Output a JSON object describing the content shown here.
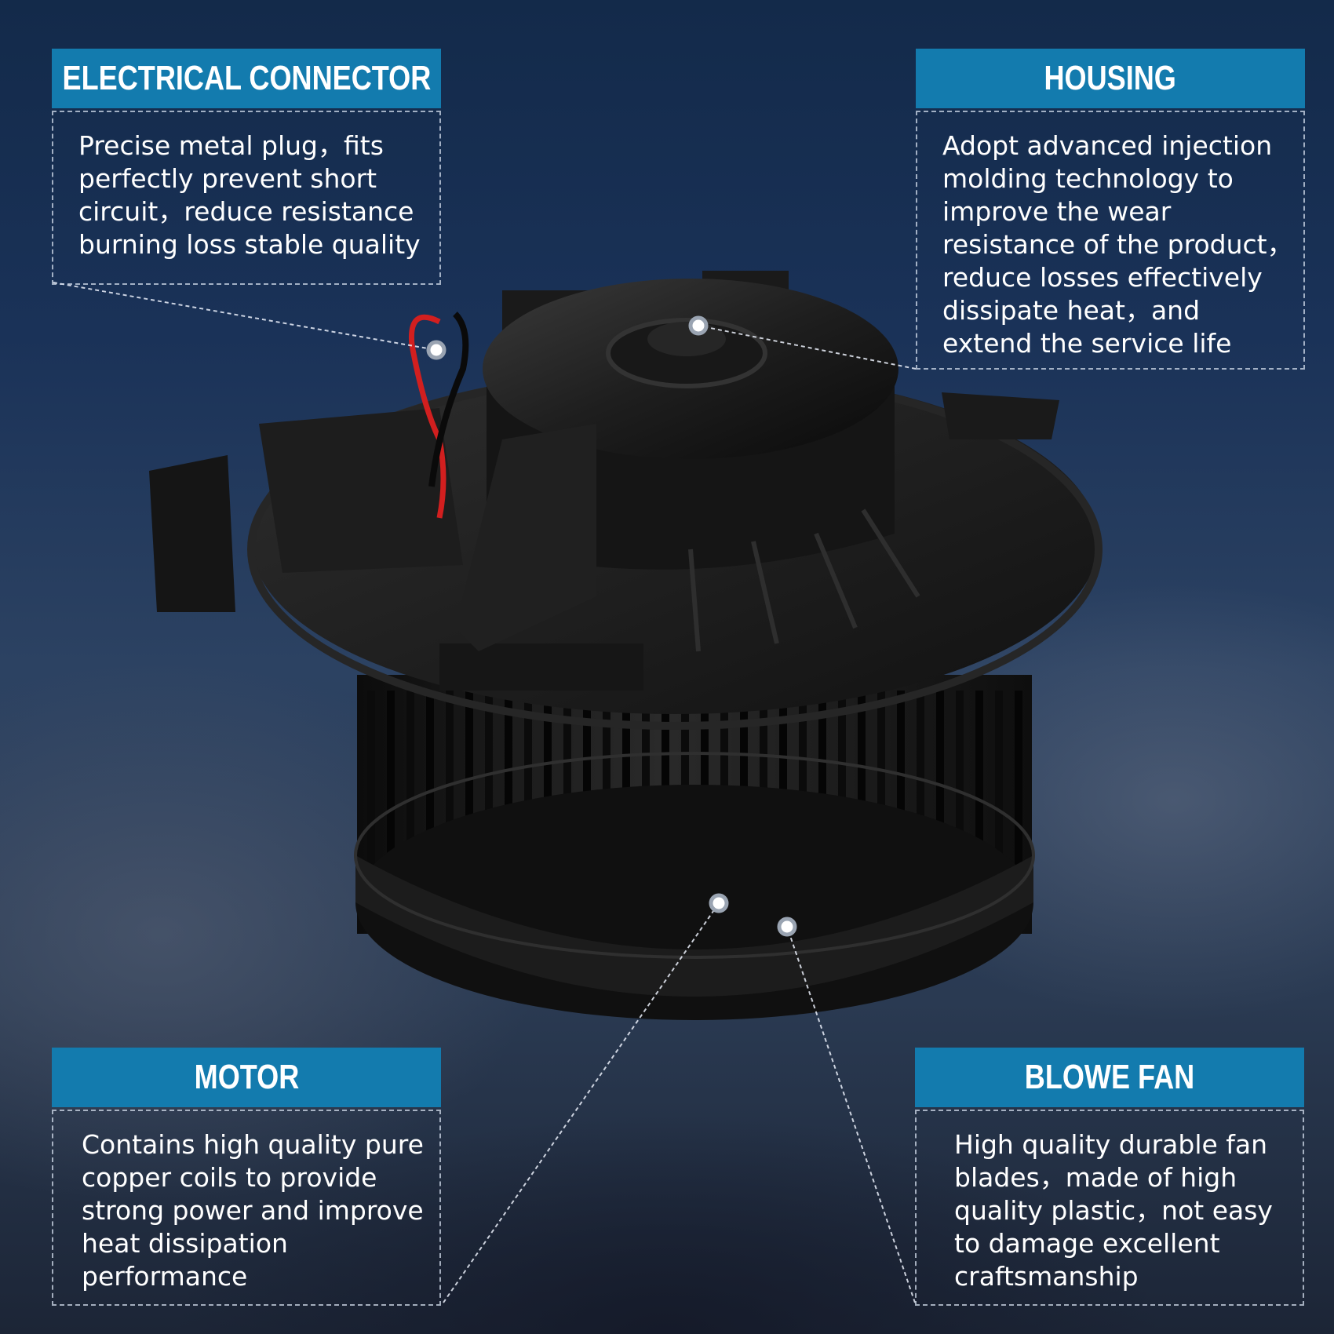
{
  "callouts": {
    "electrical_connector": {
      "title": "ELECTRICAL CONNECTOR",
      "text": "Precise metal plug，fits perfectly prevent short circuit，reduce resistance burning loss stable quality"
    },
    "housing": {
      "title": "HOUSING",
      "text": "Adopt advanced injection molding technology to improve the wear resistance of the product，reduce losses effectively dissipate heat，and extend the service life"
    },
    "motor": {
      "title": "MOTOR",
      "text": "Contains high quality pure copper coils to provide strong power and improve heat dissipation performance"
    },
    "blowe_fan": {
      "title": "BLOWE FAN",
      "text": "High quality durable fan blades，made of high quality plastic，not easy to damage excellent craftsmanship"
    }
  },
  "colors": {
    "header_blue": "#137bae",
    "text": "#ffffff",
    "product": "#141414"
  }
}
